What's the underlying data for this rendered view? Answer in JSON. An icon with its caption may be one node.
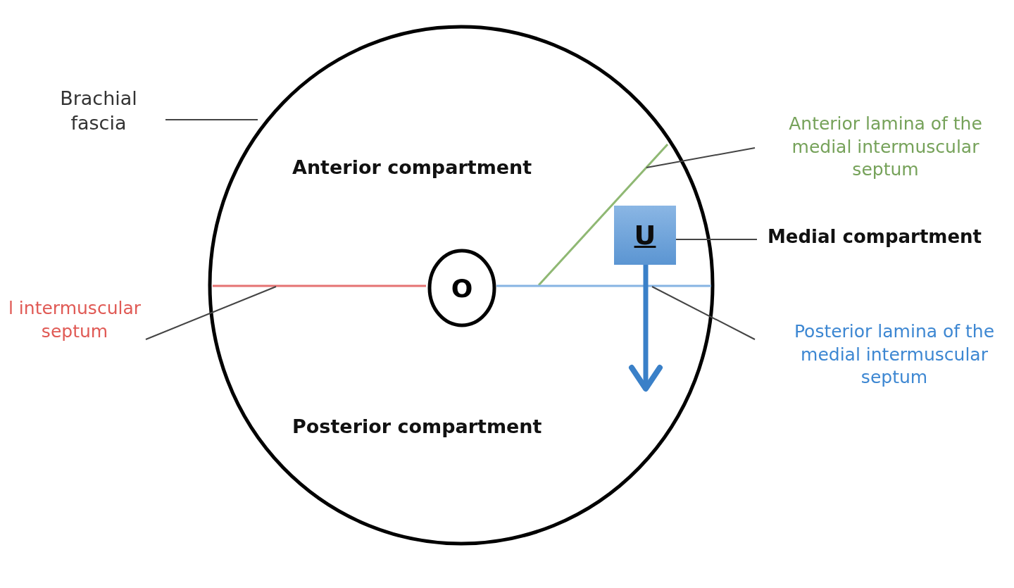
{
  "diagram": {
    "nodes": [
      {
        "text": [],
        "shape": "circle"
      },
      {
        "text": [
          "Brachial fascia"
        ]
      },
      {
        "text": [],
        "shape": "line",
        "in": 0
      },
      {
        "text": [
          "Anterior lamina of the medial intermuscular septum"
        ]
      },
      {
        "text": [
          "U"
        ],
        "in": 0
      },
      {
        "text": [
          "Medial compartment"
        ]
      },
      {
        "text": [
          "O"
        ],
        "in": 0
      },
      {
        "text": [],
        "shape": "line",
        "in": 0
      },
      {
        "text": [],
        "shape": "line",
        "in": 0
      },
      {
        "text": [
          "l intermuscular septum"
        ]
      },
      {
        "text": [
          "Posterior lamina of the medial intermuscular septum"
        ]
      }
    ],
    "edges": [
      {
        "from": 1,
        "to": 0,
        "arrow": "none"
      },
      {
        "from": 3,
        "to": 2,
        "arrow": "none"
      },
      {
        "from": 5,
        "to": 4,
        "arrow": "none"
      },
      {
        "from": 9,
        "to": 7,
        "arrow": "none"
      },
      {
        "from": 10,
        "to": 8,
        "arrow": "none"
      },
      {
        "from": 4,
        "to": null,
        "arrow": "to",
        "style": "thick",
        "color": "#3a80c8"
      }
    ],
    "labels": [
      "Anterior compartment",
      "Posterior compartment"
    ]
  }
}
